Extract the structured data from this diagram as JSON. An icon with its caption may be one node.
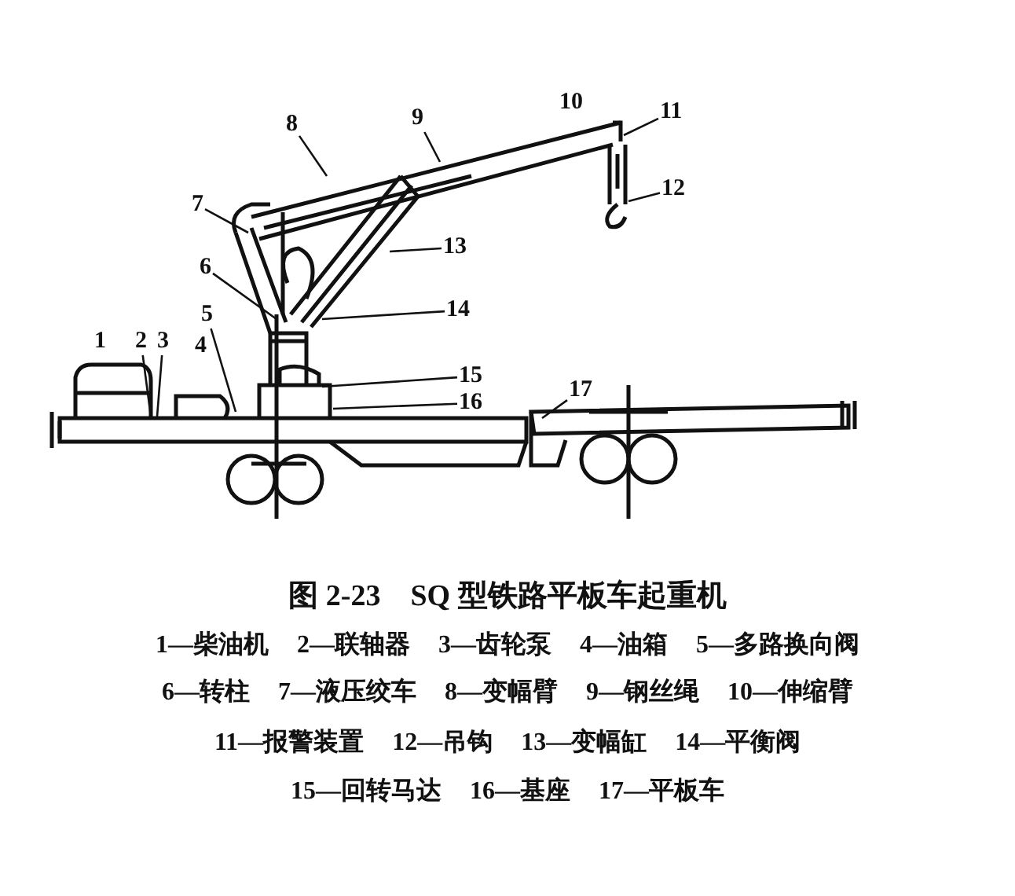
{
  "diagram": {
    "caption": "图 2-23　SQ 型铁路平板车起重机",
    "nodes": [
      {
        "text": [
          "2"
        ]
      },
      {
        "text": [
          "3"
        ]
      },
      {
        "text": [
          "5"
        ]
      },
      {
        "text": [
          "6"
        ]
      },
      {
        "text": [
          "7"
        ]
      },
      {
        "text": [
          "8"
        ]
      },
      {
        "text": [
          "9"
        ]
      },
      {
        "text": [
          "11"
        ]
      },
      {
        "text": [
          "12"
        ]
      },
      {
        "text": [
          "13"
        ]
      },
      {
        "text": [
          "14"
        ]
      },
      {
        "text": [
          "15"
        ]
      },
      {
        "text": [
          "16"
        ]
      },
      {
        "text": [
          "17"
        ]
      }
    ],
    "edges": [
      {
        "from": 0,
        "to": null,
        "arrow": "none"
      },
      {
        "from": 1,
        "to": null,
        "arrow": "none"
      },
      {
        "from": 2,
        "to": null,
        "arrow": "none"
      },
      {
        "from": 3,
        "to": null,
        "arrow": "none"
      },
      {
        "from": 4,
        "to": null,
        "arrow": "none"
      },
      {
        "from": 5,
        "to": null,
        "arrow": "none"
      },
      {
        "from": 6,
        "to": null,
        "arrow": "none"
      },
      {
        "from": 7,
        "to": null,
        "arrow": "none"
      },
      {
        "from": 8,
        "to": null,
        "arrow": "none"
      },
      {
        "from": 9,
        "to": null,
        "arrow": "none"
      },
      {
        "from": 10,
        "to": null,
        "arrow": "none"
      },
      {
        "from": 11,
        "to": null,
        "arrow": "none"
      },
      {
        "from": 12,
        "to": null,
        "arrow": "none"
      },
      {
        "from": 13,
        "to": null,
        "arrow": "none"
      }
    ],
    "labels": [
      "1",
      "4",
      "10",
      "1—柴油机",
      "2—联轴器",
      "3—齿轮泵",
      "4—油箱",
      "5—多路换向阀",
      "6—转柱",
      "7—液压绞车",
      "8—变幅臂",
      "9—钢丝绳",
      "10—伸缩臂",
      "11—报警装置",
      "12—吊钩",
      "13—变幅缸",
      "14—平衡阀",
      "15—回转马达",
      "16—基座",
      "17—平板车"
    ]
  }
}
